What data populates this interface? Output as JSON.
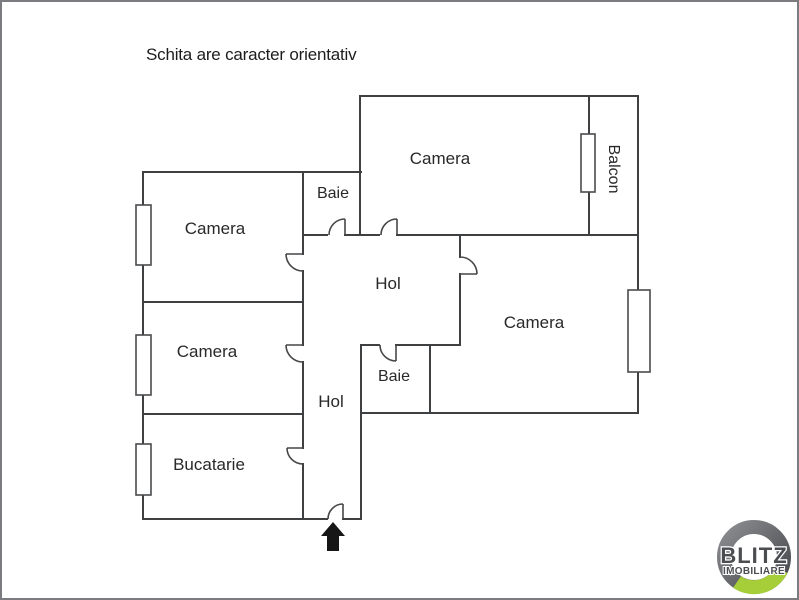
{
  "title": "Schita are caracter orientativ",
  "rooms": {
    "camera_top": "Camera",
    "balcon": "Balcon",
    "camera_left_top": "Camera",
    "baie_upper": "Baie",
    "hol_main": "Hol",
    "camera_left_mid": "Camera",
    "baie_lower": "Baie",
    "camera_right": "Camera",
    "hol_entry": "Hol",
    "bucatarie": "Bucatarie"
  },
  "logo": {
    "brand": "BLITZ",
    "tagline": "IMOBILIARE"
  },
  "colors": {
    "wall": "#3f4042",
    "label_text": "#29292b",
    "frame_border": "#7a7c7f",
    "logo_ring_gray": "#58595d",
    "logo_green": "#a6ce39",
    "logo_text_gray": "#4c4d51",
    "background": "#ffffff"
  }
}
